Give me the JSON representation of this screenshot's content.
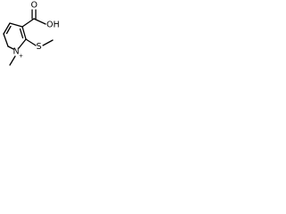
{
  "molecule": {
    "atoms": {
      "carboxyl_oxygen_h": "OH",
      "carbonyl_oxygen": "O",
      "ring_nitrogen": "N",
      "ring_nitrogen_charge": "+",
      "sulfur": "S"
    }
  }
}
